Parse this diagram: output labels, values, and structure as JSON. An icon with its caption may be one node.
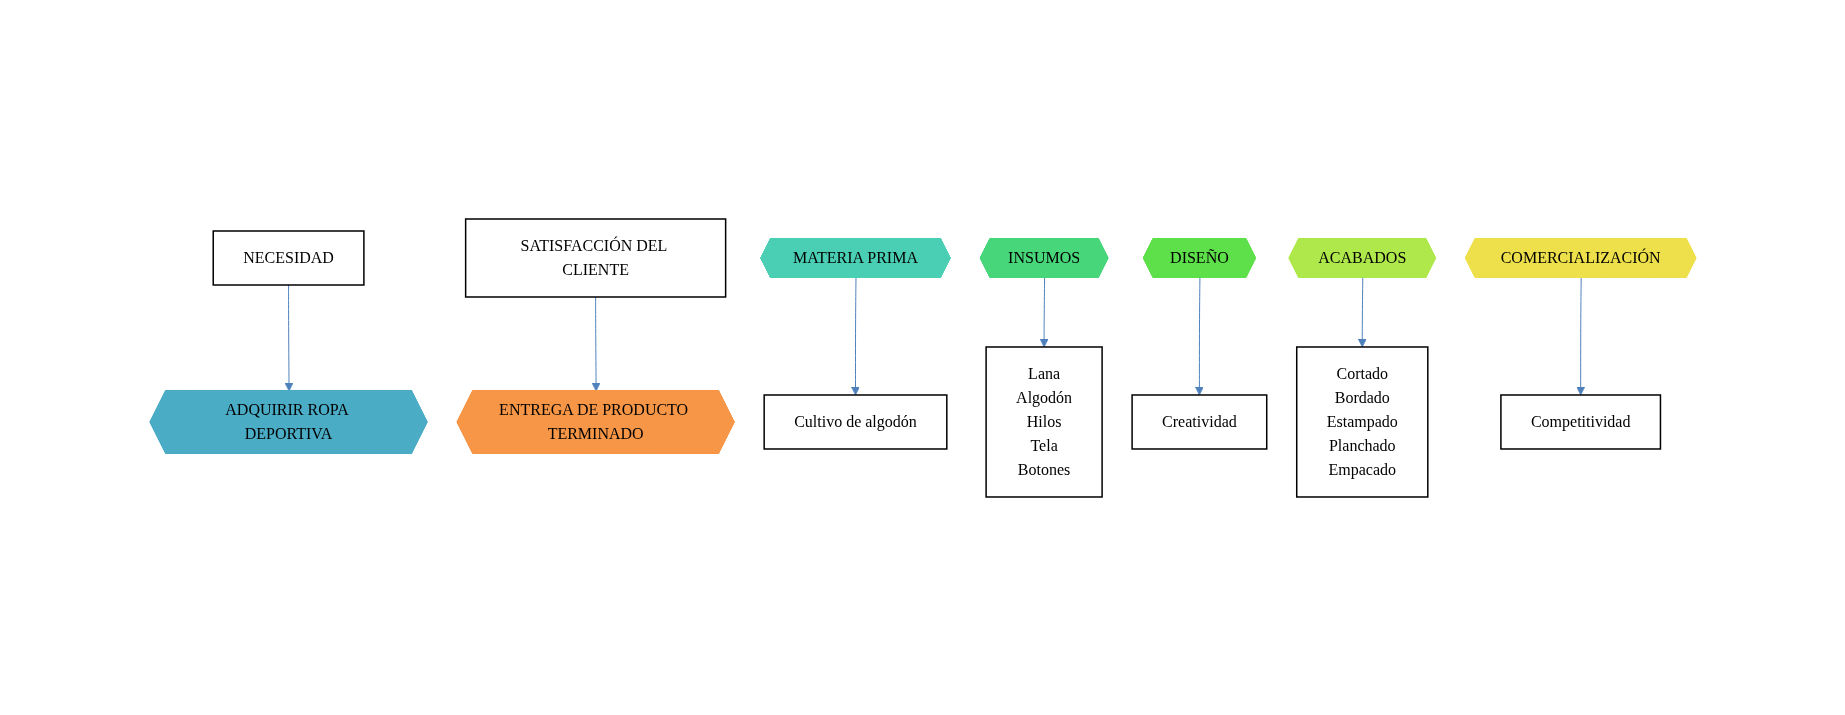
{
  "diagram": {
    "nodes": [
      {
        "text": [
          "NECESIDAD"
        ]
      },
      {
        "text": [
          "SATISFACCIÓN DEL CLIENTE"
        ]
      },
      {
        "text": [
          "ADQUIRIR ROPA DEPORTIVA"
        ]
      },
      {
        "text": [
          "MATERIA PRIMA"
        ]
      },
      {
        "text": [
          "INSUMOS"
        ]
      },
      {
        "text": [
          "DISEÑO"
        ]
      },
      {
        "text": [
          "ACABADOS"
        ]
      },
      {
        "text": [
          "COMERCIALIZACIÓN"
        ]
      },
      {
        "text": [
          "ENTREGA DE PRODUCTO TERMINADO"
        ]
      },
      {
        "text": [
          "Cultivo de algodón"
        ]
      },
      {
        "text": [
          "Lana",
          "Algodón",
          "Hilos",
          "Tela",
          "Botones"
        ]
      },
      {
        "text": [
          "Creatividad"
        ]
      },
      {
        "text": [
          "Cortado",
          "Bordado",
          "Estampado",
          "Planchado",
          "Empacado"
        ]
      },
      {
        "text": [
          "Competitividad"
        ]
      }
    ],
    "edges": [
      {
        "from": 0,
        "to": 2,
        "arrow": "to"
      },
      {
        "from": 1,
        "to": 8,
        "arrow": "to"
      },
      {
        "from": 3,
        "to": 9,
        "arrow": "to"
      },
      {
        "from": 4,
        "to": 10,
        "arrow": "to"
      },
      {
        "from": 5,
        "to": 11,
        "arrow": "to"
      },
      {
        "from": 6,
        "to": 12,
        "arrow": "to"
      },
      {
        "from": 7,
        "to": 13,
        "arrow": "to"
      }
    ]
  }
}
